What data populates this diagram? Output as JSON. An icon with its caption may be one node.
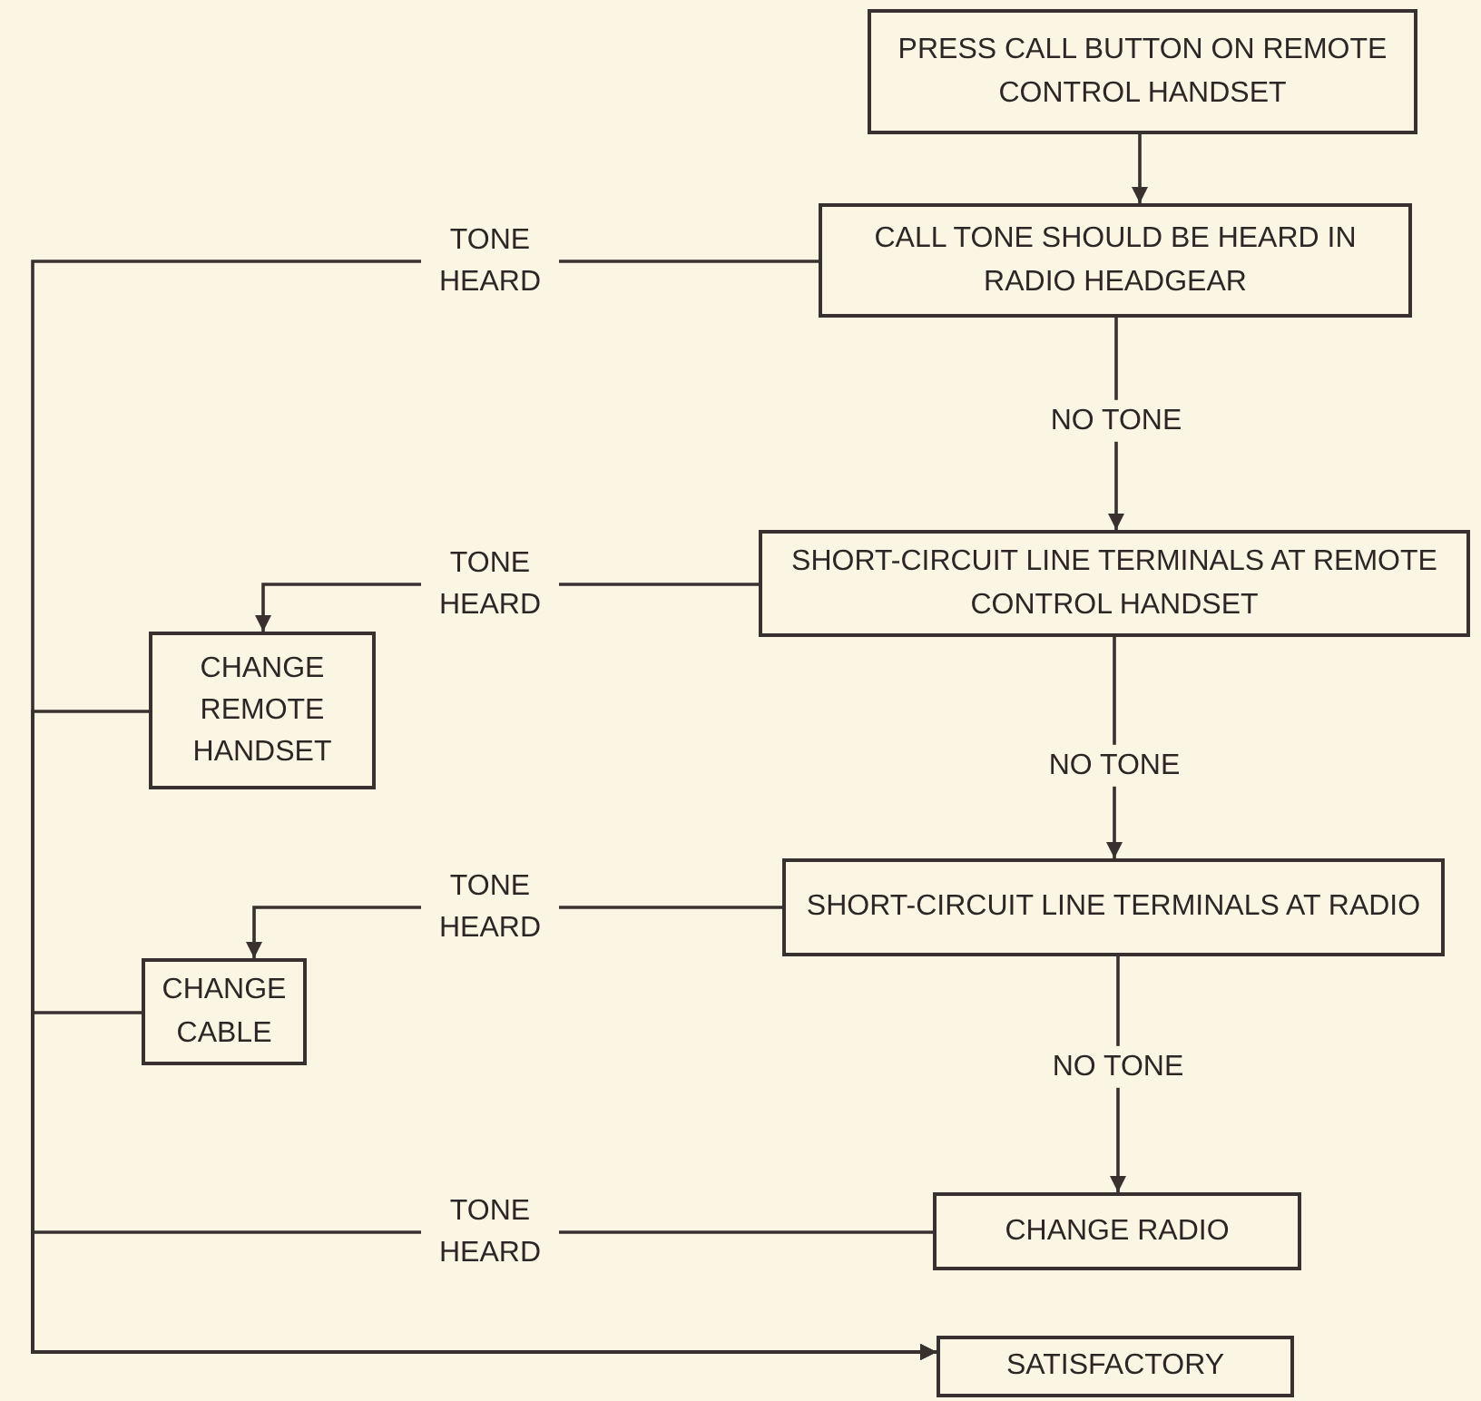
{
  "diagram": {
    "nodes": [
      {
        "text": [
          "PRESS CALL BUTTON ON REMOTE CONTROL HANDSET"
        ]
      },
      {
        "text": [
          "CALL TONE SHOULD BE HEARD IN RADIO HEADGEAR"
        ]
      },
      {
        "text": [
          "SHORT-CIRCUIT LINE TERMINALS AT REMOTE CONTROL HANDSET"
        ]
      },
      {
        "text": [
          "CHANGE REMOTE HANDSET"
        ]
      },
      {
        "text": [
          "SHORT-CIRCUIT LINE TERMINALS AT RADIO"
        ]
      },
      {
        "text": [
          "CHANGE CABLE"
        ]
      },
      {
        "text": [
          "CHANGE RADIO"
        ]
      },
      {
        "text": [
          "SATISFACTORY"
        ]
      }
    ],
    "edges": [
      {
        "from": 0,
        "to": 1,
        "arrow": "to"
      },
      {
        "from": 1,
        "to": 2,
        "arrow": "to",
        "label": "NO TONE"
      },
      {
        "from": 2,
        "to": 4,
        "arrow": "to",
        "label": "NO TONE"
      },
      {
        "from": 4,
        "to": 6,
        "arrow": "to",
        "label": "NO TONE"
      },
      {
        "from": 1,
        "to": 7,
        "arrow": "to",
        "label": "TONE HEARD"
      },
      {
        "from": 2,
        "to": 3,
        "arrow": "to",
        "label": "TONE HEARD"
      },
      {
        "from": 3,
        "to": 7,
        "arrow": "to"
      },
      {
        "from": 4,
        "to": 5,
        "arrow": "to",
        "label": "TONE HEARD"
      },
      {
        "from": 5,
        "to": 7,
        "arrow": "to"
      },
      {
        "from": 6,
        "to": 7,
        "arrow": "to",
        "label": "TONE HEARD"
      }
    ]
  }
}
